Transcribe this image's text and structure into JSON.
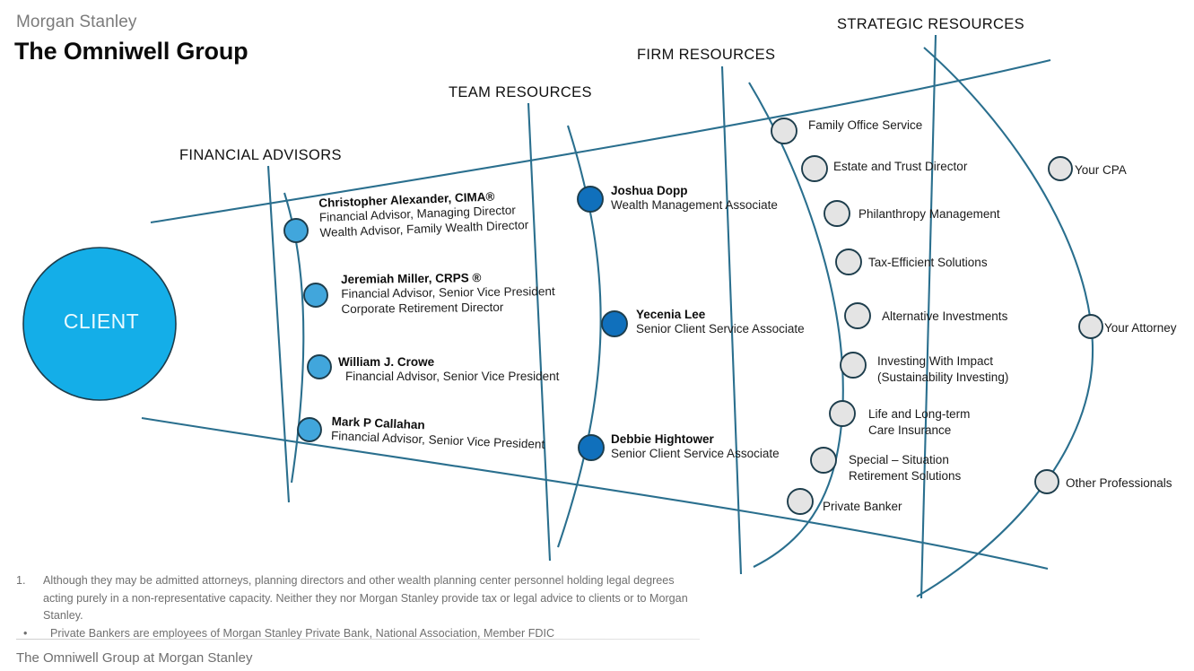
{
  "header": {
    "brand": "Morgan Stanley",
    "group_title": "The Omniwell Group"
  },
  "client": {
    "label": "CLIENT",
    "color": "#14AEE8"
  },
  "colors": {
    "arc_line": "#2a6f8e",
    "client_blue": "#14AEE8",
    "advisor_blue": "#41A6DC",
    "team_blue": "#1070BC",
    "firm_grey": "#E4E4E4",
    "node_stroke": "#1d3d4c",
    "footnote_grey": "#6f6f6f"
  },
  "sections": [
    {
      "id": "financial-advisors",
      "label": "FINANCIAL ADVISORS"
    },
    {
      "id": "team-resources",
      "label": "TEAM RESOURCES"
    },
    {
      "id": "firm-resources",
      "label": "FIRM RESOURCES"
    },
    {
      "id": "strategic-resources",
      "label": "STRATEGIC RESOURCES"
    }
  ],
  "financial_advisors": [
    {
      "name": "Christopher Alexander, CIMA®",
      "role1": "Financial Advisor, Managing Director",
      "role2": "Wealth Advisor, Family Wealth Director"
    },
    {
      "name": "Jeremiah Miller, CRPS ®",
      "role1": "Financial Advisor, Senior Vice President",
      "role2": "Corporate Retirement Director"
    },
    {
      "name": "William J. Crowe",
      "role1": "Financial Advisor, Senior Vice President",
      "role2": ""
    },
    {
      "name": "Mark P Callahan",
      "role1": "Financial Advisor, Senior Vice President",
      "role2": ""
    }
  ],
  "team_resources": [
    {
      "name": "Joshua Dopp",
      "role1": "Wealth Management Associate"
    },
    {
      "name": "Yecenia Lee",
      "role1": "Senior Client Service Associate"
    },
    {
      "name": "Debbie Hightower",
      "role1": "Senior Client Service Associate"
    }
  ],
  "firm_resources": [
    {
      "line1": "Family Office Service",
      "line2": ""
    },
    {
      "line1": "Estate and Trust Director",
      "line2": ""
    },
    {
      "line1": "Philanthropy Management",
      "line2": ""
    },
    {
      "line1": "Tax-Efficient Solutions",
      "line2": ""
    },
    {
      "line1": "Alternative Investments",
      "line2": ""
    },
    {
      "line1": "Investing With Impact",
      "line2": "(Sustainability Investing)"
    },
    {
      "line1": "Life and Long-term",
      "line2": "Care Insurance"
    },
    {
      "line1": "Special – Situation",
      "line2": "Retirement Solutions"
    },
    {
      "line1": "Private Banker",
      "line2": ""
    }
  ],
  "strategic_resources": [
    {
      "line1": "Your CPA"
    },
    {
      "line1": "Your Attorney"
    },
    {
      "line1": "Other Professionals"
    }
  ],
  "footnotes": [
    {
      "marker": "1.",
      "text": "Although they may be admitted attorneys, planning directors and other wealth planning center personnel holding legal degrees acting purely in a non-representative capacity. Neither they nor Morgan Stanley provide tax or legal advice to clients or to Morgan Stanley."
    },
    {
      "marker": "•",
      "text": "Private Bankers are employees of Morgan Stanley Private Bank, National Association, Member FDIC"
    }
  ],
  "footer": {
    "title": "The Omniwell Group at Morgan Stanley"
  }
}
